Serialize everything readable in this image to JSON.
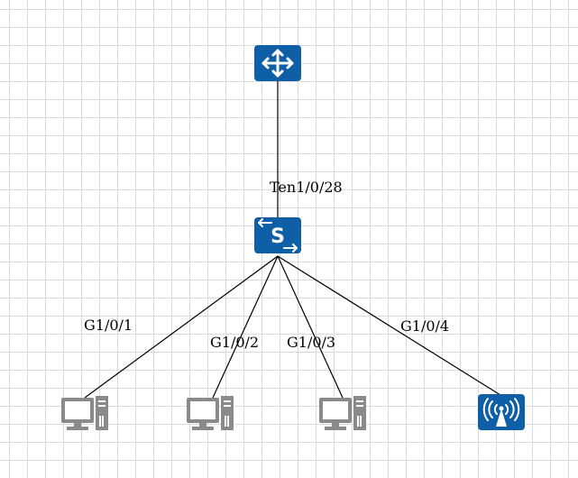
{
  "colors": {
    "device_blue": "#0e5fa6",
    "pc_gray": "#8a8a8a",
    "link": "#000000",
    "grid": "#d9d9d9"
  },
  "nodes": {
    "router": {
      "icon": "router-icon"
    },
    "switch": {
      "icon": "switch-icon",
      "glyph": "S"
    },
    "pc1": {
      "icon": "pc-icon"
    },
    "pc2": {
      "icon": "pc-icon"
    },
    "pc3": {
      "icon": "pc-icon"
    },
    "ap": {
      "icon": "wireless-ap-icon"
    }
  },
  "links": {
    "uplink": {
      "label": "Ten1/0/28"
    },
    "pc1": {
      "label": "G1/0/1"
    },
    "pc2": {
      "label": "G1/0/2"
    },
    "pc3": {
      "label": "G1/0/3"
    },
    "ap": {
      "label": "G1/0/4"
    }
  }
}
